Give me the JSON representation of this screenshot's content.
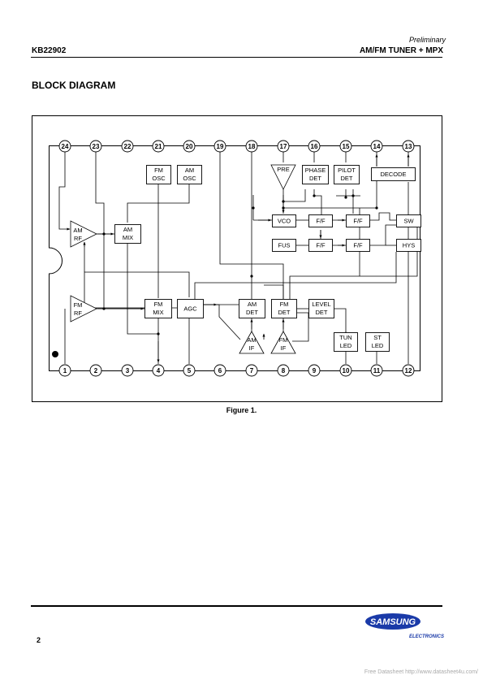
{
  "header": {
    "status": "Preliminary",
    "part_number": "KB22902",
    "product_title": "AM/FM TUNER + MPX"
  },
  "section_title": "BLOCK DIAGRAM",
  "figure_caption": "Figure 1.",
  "page_number": "2",
  "footer_text": "Free Datasheet http://www.datasheet4u.com/",
  "logo": {
    "brand": "SAMSUNG",
    "subtitle": "ELECTRONICS",
    "color": "#1a3aa8"
  },
  "diagram": {
    "top_pins": [
      "24",
      "23",
      "22",
      "21",
      "20",
      "19",
      "18",
      "17",
      "16",
      "15",
      "14",
      "13"
    ],
    "bottom_pins": [
      "1",
      "2",
      "3",
      "4",
      "5",
      "6",
      "7",
      "8",
      "9",
      "10",
      "11",
      "12"
    ],
    "blocks": {
      "fm_osc": [
        "FM",
        "OSC"
      ],
      "am_osc": [
        "AM",
        "OSC"
      ],
      "am_mix": [
        "AM",
        "MIX"
      ],
      "fm_mix": [
        "FM",
        "MIX"
      ],
      "agc": [
        "AGC"
      ],
      "am_det": [
        "AM",
        "DET"
      ],
      "fm_det": [
        "FM",
        "DET"
      ],
      "level_det": [
        "LEVEL",
        "DET"
      ],
      "phase_det": [
        "PHASE",
        "DET"
      ],
      "pilot_det": [
        "PILOT",
        "DET"
      ],
      "decode": [
        "DECODE"
      ],
      "vco": [
        "VCO"
      ],
      "fus": [
        "FUS"
      ],
      "ff1": [
        "F/F"
      ],
      "ff2": [
        "F/F"
      ],
      "ff3": [
        "F/F"
      ],
      "ff4": [
        "F/F"
      ],
      "sw": [
        "SW"
      ],
      "hys": [
        "HYS"
      ],
      "tun_led": [
        "TUN",
        "LED"
      ],
      "st_led": [
        "ST",
        "LED"
      ]
    },
    "amplifiers": {
      "am_rf": [
        "AM",
        "RF"
      ],
      "fm_rf": [
        "FM",
        "RF"
      ],
      "am_if": [
        "AM",
        "IF"
      ],
      "fm_if": [
        "FM",
        "IF"
      ],
      "pre": [
        "PRE"
      ]
    }
  }
}
